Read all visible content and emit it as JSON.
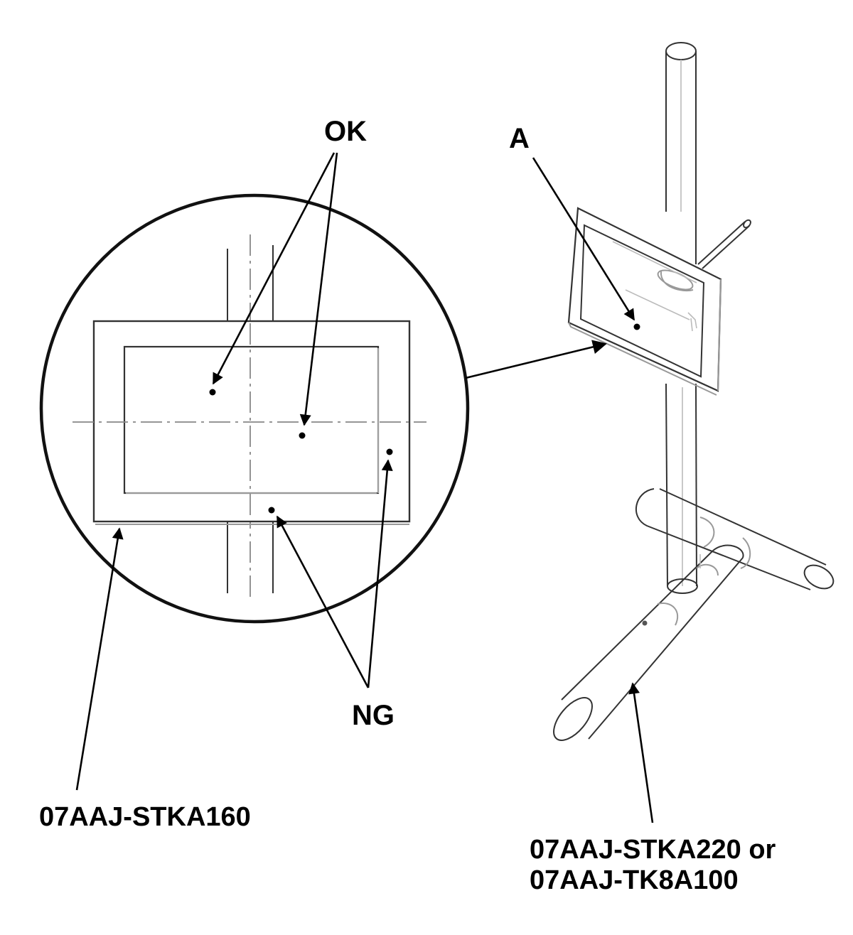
{
  "labels": {
    "ok": "OK",
    "a": "A",
    "ng": "NG",
    "target_part": "07AAJ-STKA160",
    "stand_part_line1": "07AAJ-STKA220 or",
    "stand_part_line2": "07AAJ-TK8A100"
  },
  "colors": {
    "ink": "#000000",
    "outline": "#333333",
    "guide": "#888888"
  }
}
